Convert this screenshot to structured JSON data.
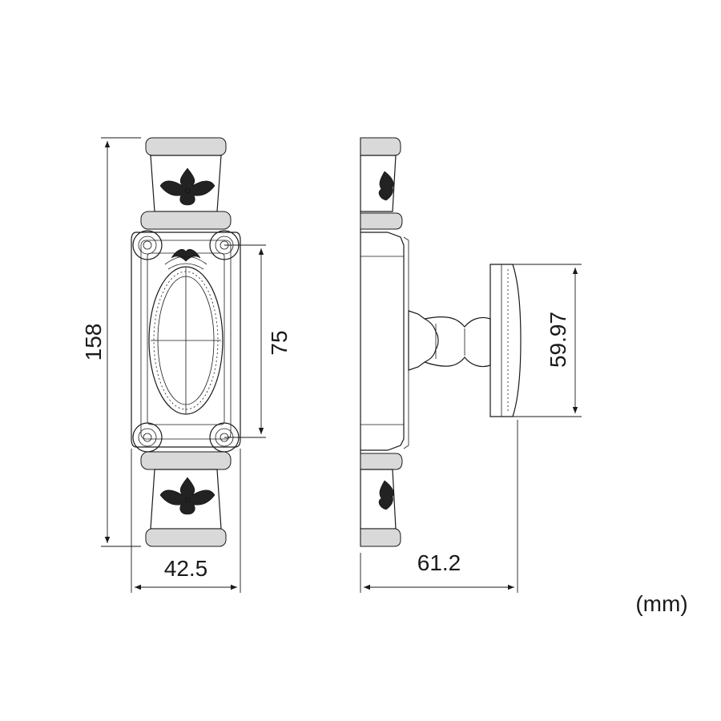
{
  "dimensions": {
    "overall_height": "158",
    "hole_spacing": "75",
    "plate_width": "42.5",
    "projection": "61.2",
    "knob_diameter": "59.97"
  },
  "unit_label": "(mm)"
}
